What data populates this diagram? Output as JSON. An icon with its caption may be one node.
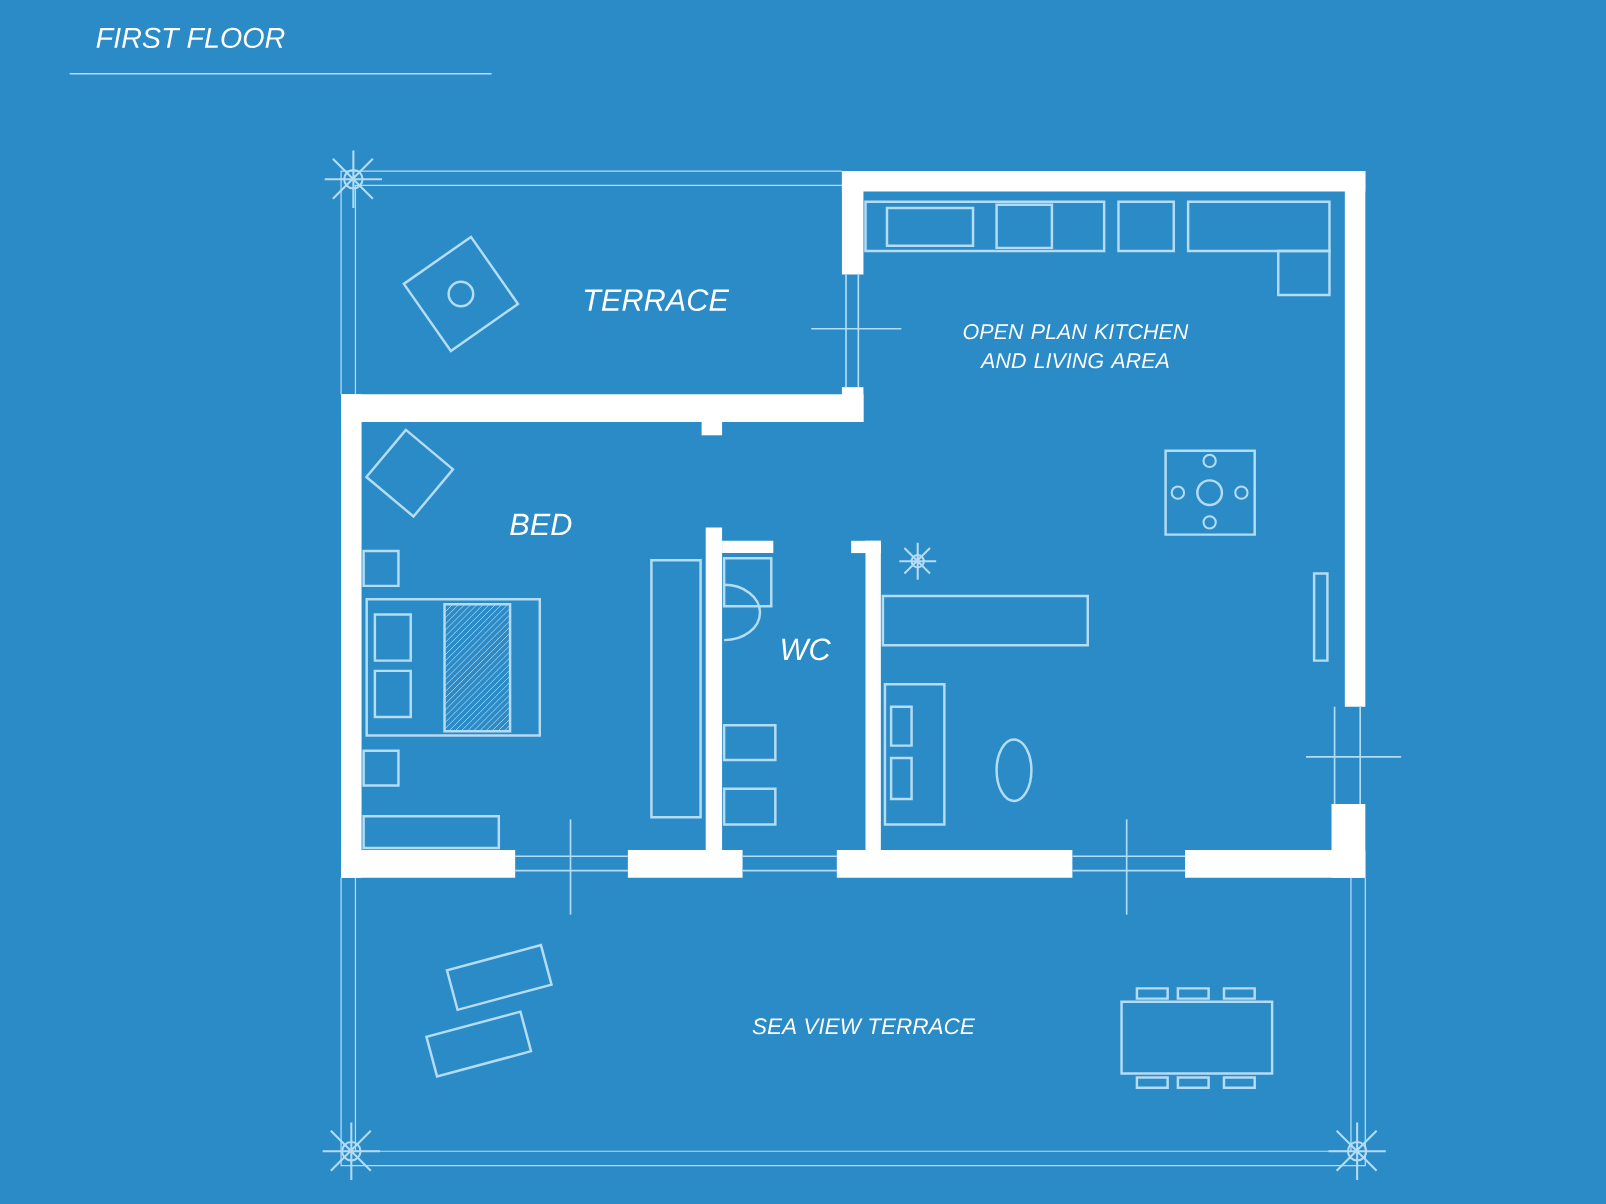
{
  "diagram": {
    "title": "FIRST FLOOR",
    "labels": [
      "TERRACE",
      "OPEN PLAN KITCHEN AND LIVING AREA",
      "BED",
      "WC",
      "SEA VIEW TERRACE"
    ]
  }
}
